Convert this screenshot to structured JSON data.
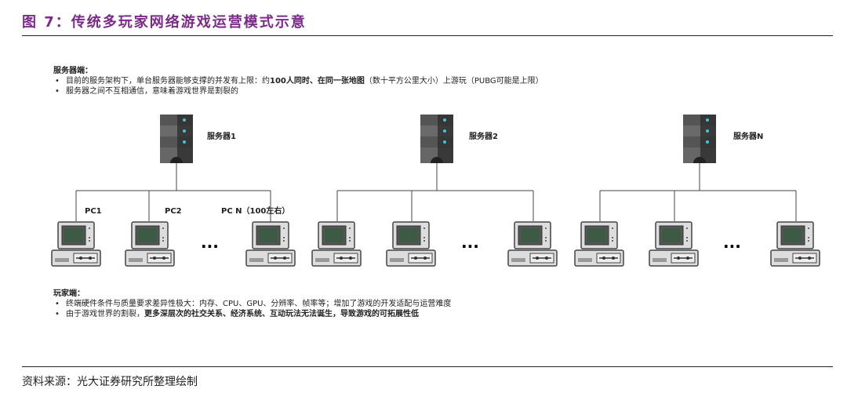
{
  "title": "图 7：传统多玩家网络游戏运营模式示意",
  "server_section": {
    "heading": "服务器端：",
    "bullet1_pre": "目前的服务架构下，单台服务器能够支撑的并发有上限：约",
    "bullet1_bold": "100人同时、在同一张地图",
    "bullet1_post": "（数十平方公里大小）上游玩（PUBG可能是上限）",
    "bullet2": "服务器之间不互相通信，意味着游戏世界是割裂的"
  },
  "diagram": {
    "servers": [
      "服务器1",
      "服务器2",
      "服务器N"
    ],
    "pc_labels": [
      "PC1",
      "PC2",
      "PC N（100左右）"
    ],
    "ellipsis": "..."
  },
  "player_section": {
    "heading": "玩家端：",
    "bullet1": "终端硬件条件与质量要求差异性极大：内存、CPU、GPU、分辨率、帧率等；增加了游戏的开发适配与运营难度",
    "bullet2_pre": "由于游戏世界的割裂，",
    "bullet2_bold": "更多深层次的社交关系、经济系统、互动玩法无法诞生，导致游戏的可拓展性低"
  },
  "source": "资料来源：光大证券研究所整理绘制",
  "colors": {
    "title": "#7b2a8a",
    "led": "#3fc6d6"
  }
}
